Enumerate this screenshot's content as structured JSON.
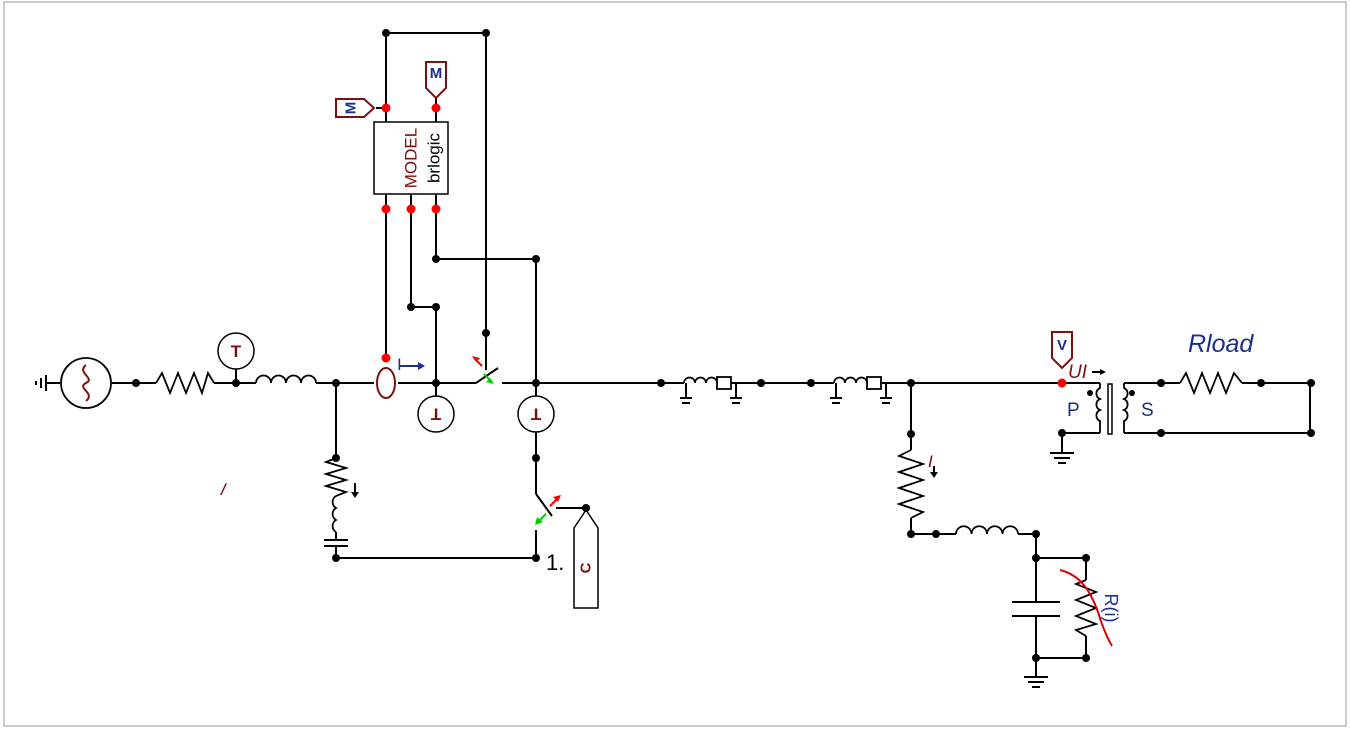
{
  "colors": {
    "wire": "#000000",
    "node": "#000000",
    "model_pin": "#ff0000",
    "sensor_text": "#7a1010",
    "label_blue": "#1a2f8c",
    "switch_on": "#00cc00",
    "switch_off": "#ff0000",
    "nonlinear_curve": "#e00000"
  },
  "model_block": {
    "title": "MODEL",
    "name": "brlogic"
  },
  "tacs_labels": {
    "m_left": "M",
    "m_top": "M",
    "v_probe": "V",
    "c_source": "C",
    "t_sensor_top": "T",
    "t_sensor_a": "T",
    "t_sensor_b": "T"
  },
  "current_labels": {
    "probe_i": "I",
    "branch_i1": "I",
    "branch_i2": "I"
  },
  "transformer": {
    "primary": "P",
    "secondary": "S",
    "ui_label": "UI"
  },
  "load": {
    "name": "Rload"
  },
  "nonlinear_resistor": {
    "label": "R(i)"
  },
  "constant_source": {
    "value": "1."
  }
}
